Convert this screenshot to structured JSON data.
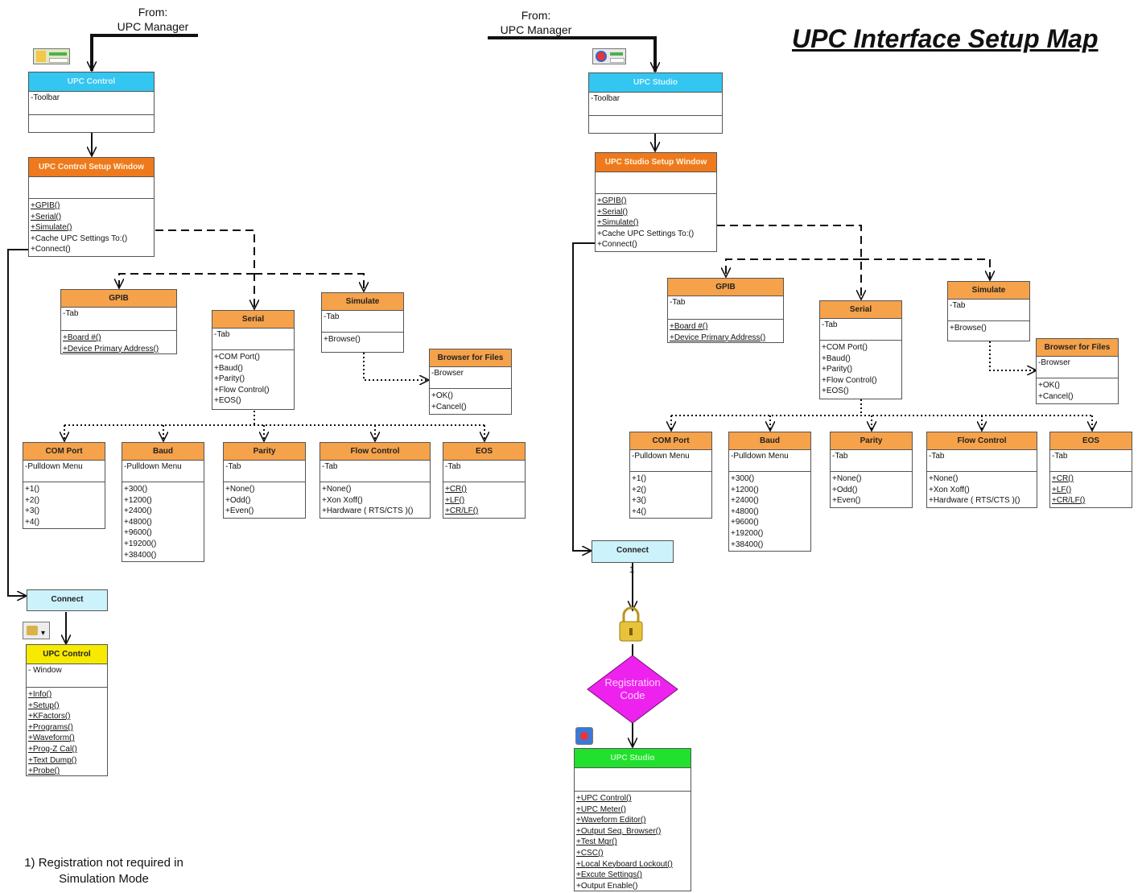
{
  "title": "UPC Interface Setup Map",
  "from_labels": {
    "left": "From:\nUPC Manager",
    "right": "From:\nUPC Manager"
  },
  "note": "1) Registration not required in\nSimulation Mode",
  "diamond_label": "Registration\nCode",
  "connector_label": "1",
  "colors": {
    "orange": "#f5a24b",
    "dark_orange": "#ee7a1d",
    "cyan": "#33c6f0",
    "light_cyan": "#ccf2fb",
    "yellow": "#f7ea00",
    "green": "#22e02e",
    "magenta": "#ee22ee"
  },
  "icons": [
    "upc-control-app-icon",
    "upc-studio-app-icon",
    "connect-tool-icon",
    "padlock-icon",
    "upc-studio-run-icon"
  ],
  "left": {
    "entry": {
      "title": "UPC Control",
      "attr": "-Toolbar"
    },
    "setup": {
      "title": "UPC Control Setup Window",
      "ops": [
        "+GPIB()",
        "+Serial()",
        "+Simulate()",
        "+Cache UPC Settings To:()",
        "+Connect()"
      ]
    },
    "gpib": {
      "title": "GPIB",
      "attr": "-Tab",
      "ops": [
        "+Board #()",
        "+Device Primary Address()"
      ]
    },
    "serial": {
      "title": "Serial",
      "attr": "-Tab",
      "ops": [
        "+COM Port()",
        "+Baud()",
        "+Parity()",
        "+Flow Control()",
        "+EOS()"
      ]
    },
    "simulate": {
      "title": "Simulate",
      "attr": "-Tab",
      "ops": [
        "+Browse()"
      ]
    },
    "browser": {
      "title": "Browser for Files",
      "attr": "-Browser",
      "ops": [
        "+OK()",
        "+Cancel()"
      ]
    },
    "comport": {
      "title": "COM Port",
      "attr": "-Pulldown Menu",
      "ops": [
        "+1()",
        "+2()",
        "+3()",
        "+4()"
      ]
    },
    "baud": {
      "title": "Baud",
      "attr": "-Pulldown Menu",
      "ops": [
        "+300()",
        "+1200()",
        "+2400()",
        "+4800()",
        "+9600()",
        "+19200()",
        "+38400()"
      ]
    },
    "parity": {
      "title": "Parity",
      "attr": "-Tab",
      "ops": [
        "+None()",
        "+Odd()",
        "+Even()"
      ]
    },
    "flow": {
      "title": "Flow Control",
      "attr": "-Tab",
      "ops": [
        "+None()",
        "+Xon Xoff()",
        "+Hardware ( RTS/CTS )()"
      ]
    },
    "eos": {
      "title": "EOS",
      "attr": "-Tab",
      "ops": [
        "+CR()",
        "+LF()",
        "+CR/LF()"
      ]
    },
    "connect": {
      "title": "Connect"
    },
    "final": {
      "title": "UPC Control",
      "attr": "- Window",
      "ops": [
        "+Info()",
        "+Setup()",
        "+KFactors()",
        "+Programs()",
        "+Waveform()",
        "+Prog-Z Cal()",
        "+Text Dump()",
        "+Probe()"
      ]
    }
  },
  "right": {
    "entry": {
      "title": "UPC Studio",
      "attr": "-Toolbar"
    },
    "setup": {
      "title": "UPC Studio Setup Window",
      "ops": [
        "+GPIB()",
        "+Serial()",
        "+Simulate()",
        "+Cache UPC Settings To:()",
        "+Connect()"
      ]
    },
    "gpib": {
      "title": "GPIB",
      "attr": "-Tab",
      "ops": [
        "+Board #()",
        "+Device Primary Address()"
      ]
    },
    "serial": {
      "title": "Serial",
      "attr": "-Tab",
      "ops": [
        "+COM Port()",
        "+Baud()",
        "+Parity()",
        "+Flow Control()",
        "+EOS()"
      ]
    },
    "simulate": {
      "title": "Simulate",
      "attr": "-Tab",
      "ops": [
        "+Browse()"
      ]
    },
    "browser": {
      "title": "Browser for Files",
      "attr": "-Browser",
      "ops": [
        "+OK()",
        "+Cancel()"
      ]
    },
    "comport": {
      "title": "COM Port",
      "attr": "-Pulldown Menu",
      "ops": [
        "+1()",
        "+2()",
        "+3()",
        "+4()"
      ]
    },
    "baud": {
      "title": "Baud",
      "attr": "-Pulldown Menu",
      "ops": [
        "+300()",
        "+1200()",
        "+2400()",
        "+4800()",
        "+9600()",
        "+19200()",
        "+38400()"
      ]
    },
    "parity": {
      "title": "Parity",
      "attr": "-Tab",
      "ops": [
        "+None()",
        "+Odd()",
        "+Even()"
      ]
    },
    "flow": {
      "title": "Flow Control",
      "attr": "-Tab",
      "ops": [
        "+None()",
        "+Xon Xoff()",
        "+Hardware ( RTS/CTS )()"
      ]
    },
    "eos": {
      "title": "EOS",
      "attr": "-Tab",
      "ops": [
        "+CR()",
        "+LF()",
        "+CR/LF()"
      ]
    },
    "connect": {
      "title": "Connect"
    },
    "final": {
      "title": "UPC Studio",
      "ops": [
        "+UPC Control()",
        "+UPC Meter()",
        "+Waveform Editor()",
        "+Output Seq. Browser()",
        "+Test Mgr()",
        "+CSC()",
        "+Local Keyboard Lockout()",
        "+Excute Settings()",
        "+Output Enable()"
      ]
    }
  }
}
